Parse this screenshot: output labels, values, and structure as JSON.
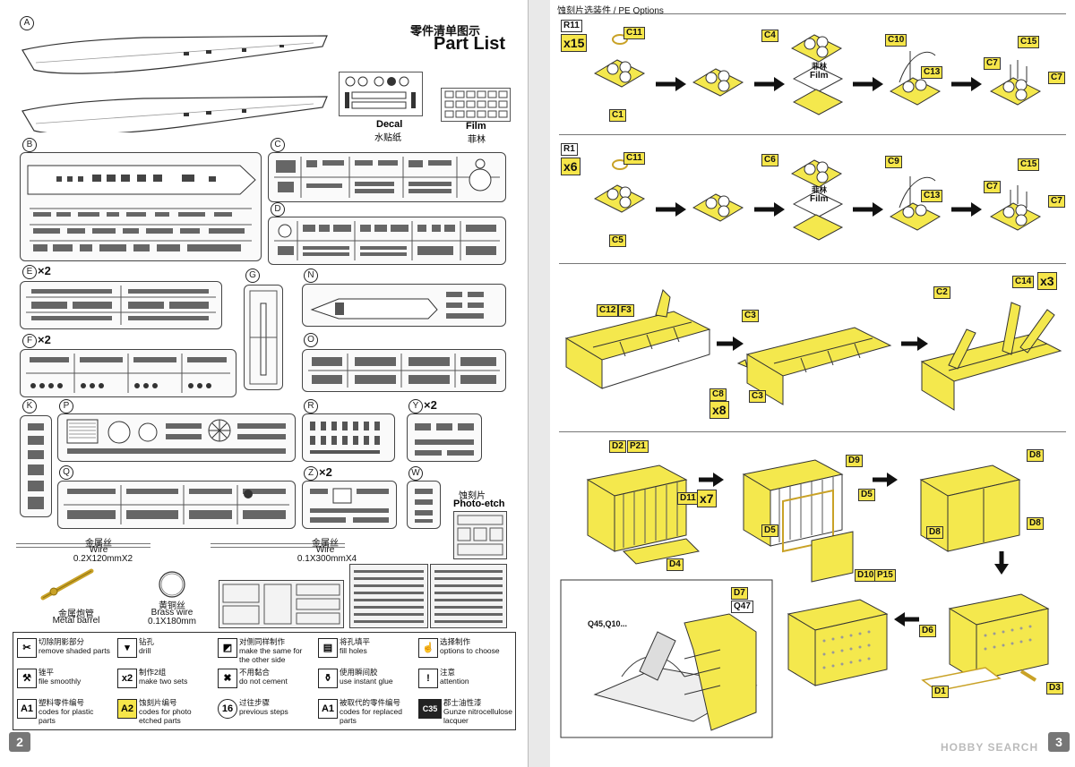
{
  "left_page": {
    "title_cn": "零件清单图示",
    "title_en": "Part List",
    "page_number": "2",
    "decal": {
      "label_en": "Decal",
      "label_cn": "水贴纸"
    },
    "film": {
      "label_en": "Film",
      "label_cn": "菲林"
    },
    "sprues": {
      "A": "A",
      "B": "B",
      "C": "C",
      "D": "D",
      "E": "E",
      "F": "F",
      "G": "G",
      "N": "N",
      "O": "O",
      "K": "K",
      "P": "P",
      "R": "R",
      "Y": "Y",
      "Q": "Q",
      "Z": "Z",
      "W": "W"
    },
    "multipliers": {
      "E": "×2",
      "F": "×2",
      "Y": "×2",
      "Z": "×2"
    },
    "photo_etch": {
      "label_cn": "蚀刻片",
      "label_en": "Photo-etch"
    },
    "wire1": {
      "label_cn": "金属丝",
      "label_en": "Wire",
      "spec": "0.2X120mmX2"
    },
    "wire2": {
      "label_cn": "金属丝",
      "label_en": "Wire",
      "spec": "0.1X300mmX4"
    },
    "barrel": {
      "label_cn": "金属炮管",
      "label_en": "Metal barrel"
    },
    "brass": {
      "label_cn": "黄铜丝",
      "label_en": "Brass wire",
      "spec": "0.1X180mm"
    },
    "legend": [
      {
        "icon": "scissors-icon",
        "glyph": "✂",
        "cn": "切除阴影部分",
        "en": "remove shaded parts"
      },
      {
        "icon": "drill-icon",
        "glyph": "▾",
        "cn": "钻孔",
        "en": "drill"
      },
      {
        "icon": "mirror-icon",
        "glyph": "◩",
        "cn": "对侧同样制作",
        "en": "make the same for the other side"
      },
      {
        "icon": "fill-holes-icon",
        "glyph": "▤",
        "cn": "将孔填平",
        "en": "fill holes"
      },
      {
        "icon": "options-icon",
        "glyph": "☝",
        "cn": "选择制作",
        "en": "options to choose"
      },
      {
        "icon": "file-icon",
        "glyph": "⚒",
        "cn": "锉平",
        "en": "file smoothly"
      },
      {
        "icon": "make-two-icon",
        "glyph": "x2",
        "cn": "制作2组",
        "en": "make two sets"
      },
      {
        "icon": "no-cement-icon",
        "glyph": "✖",
        "cn": "不用黏合",
        "en": "do not cement"
      },
      {
        "icon": "instant-glue-icon",
        "glyph": "⚱",
        "cn": "使用瞬间胶",
        "en": "use instant glue"
      },
      {
        "icon": "attention-icon",
        "glyph": "!",
        "cn": "注意",
        "en": "attention"
      },
      {
        "icon": "plastic-code-icon",
        "glyph": "A1",
        "cn": "塑料零件编号",
        "en": "codes for plastic parts"
      },
      {
        "icon": "pe-code-icon",
        "glyph": "A2",
        "cn": "蚀刻片编号",
        "en": "codes for photo etched parts"
      },
      {
        "icon": "previous-steps-icon",
        "glyph": "16",
        "cn": "过往步骤",
        "en": "previous steps"
      },
      {
        "icon": "replaced-parts-icon",
        "glyph": "A1",
        "cn": "被取代的零件编号",
        "en": "codes for replaced parts"
      },
      {
        "icon": "gunze-icon",
        "glyph": "C35",
        "cn": "郡士油性漆",
        "en": "Gunze nitrocellulose lacquer"
      }
    ]
  },
  "right_page": {
    "header": "蚀刻片选装件 / PE Options",
    "page_number": "3",
    "watermark": "HOBBY SEARCH",
    "row1": {
      "tag": "R11",
      "qty": "x15",
      "labels": [
        "C11",
        "C1",
        "C4",
        "C10",
        "C13",
        "C15",
        "C7",
        "C7"
      ],
      "film_cn": "菲林",
      "film_en": "Film"
    },
    "row2": {
      "tag": "R1",
      "qty": "x6",
      "labels": [
        "C11",
        "C5",
        "C6",
        "C9",
        "C13",
        "C15",
        "C7",
        "C7"
      ],
      "film_cn": "菲林",
      "film_en": "Film"
    },
    "row3": {
      "labels": [
        "C12",
        "F3",
        "C3",
        "C3",
        "C8",
        "C2",
        "C14"
      ],
      "qty_c8": "x8",
      "qty_c14": "x3"
    },
    "row4": {
      "labels": [
        "D2",
        "P21",
        "D11",
        "D4",
        "D9",
        "D5",
        "D5",
        "D10",
        "P15",
        "D8",
        "D8",
        "D8",
        "D7",
        "Q47",
        "D6",
        "D1",
        "D3"
      ],
      "qty_d11": "x7",
      "inset_note": "Q45,Q10..."
    }
  },
  "colors": {
    "yellow": "#f6e64a",
    "part_yellow": "#f4e84d",
    "outline": "#333333"
  }
}
